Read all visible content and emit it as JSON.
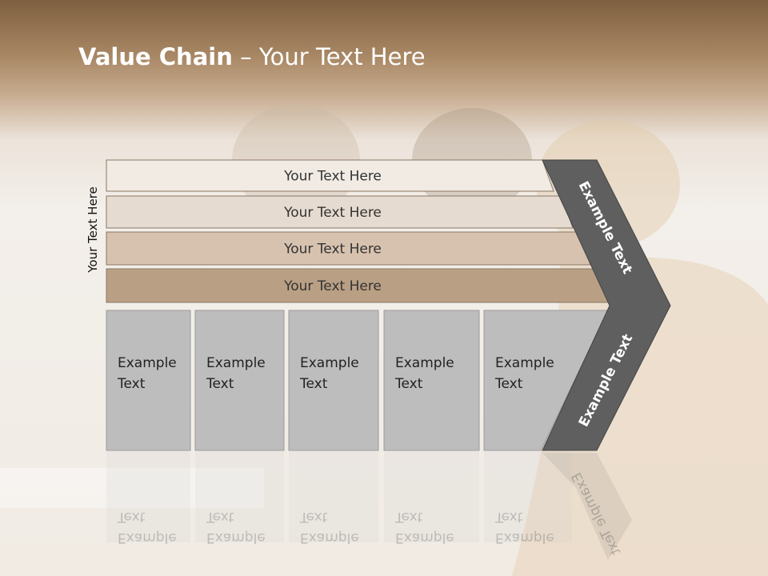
{
  "slide": {
    "title_bold": "Value Chain",
    "title_rest": " – Your Text Here",
    "side_label": "Your Text Here"
  },
  "bars": [
    {
      "label": "Your Text Here",
      "color": "#f1ebe4"
    },
    {
      "label": "Your Text Here",
      "color": "#e6dbd0"
    },
    {
      "label": "Your Text Here",
      "color": "#d7c2af"
    },
    {
      "label": "Your Text Here",
      "color": "#b99f84"
    }
  ],
  "activities": [
    {
      "line1": "Example",
      "line2": "Text"
    },
    {
      "line1": "Example",
      "line2": "Text"
    },
    {
      "line1": "Example",
      "line2": "Text"
    },
    {
      "line1": "Example",
      "line2": "Text"
    },
    {
      "line1": "Example",
      "line2": "Text"
    }
  ],
  "chevron": {
    "upper_label": "Example Text",
    "lower_label": "Example Text",
    "color": "#5f5f5f"
  },
  "colors": {
    "box_fill": "#bdbdbd",
    "box_stroke": "#9a9a9a"
  }
}
